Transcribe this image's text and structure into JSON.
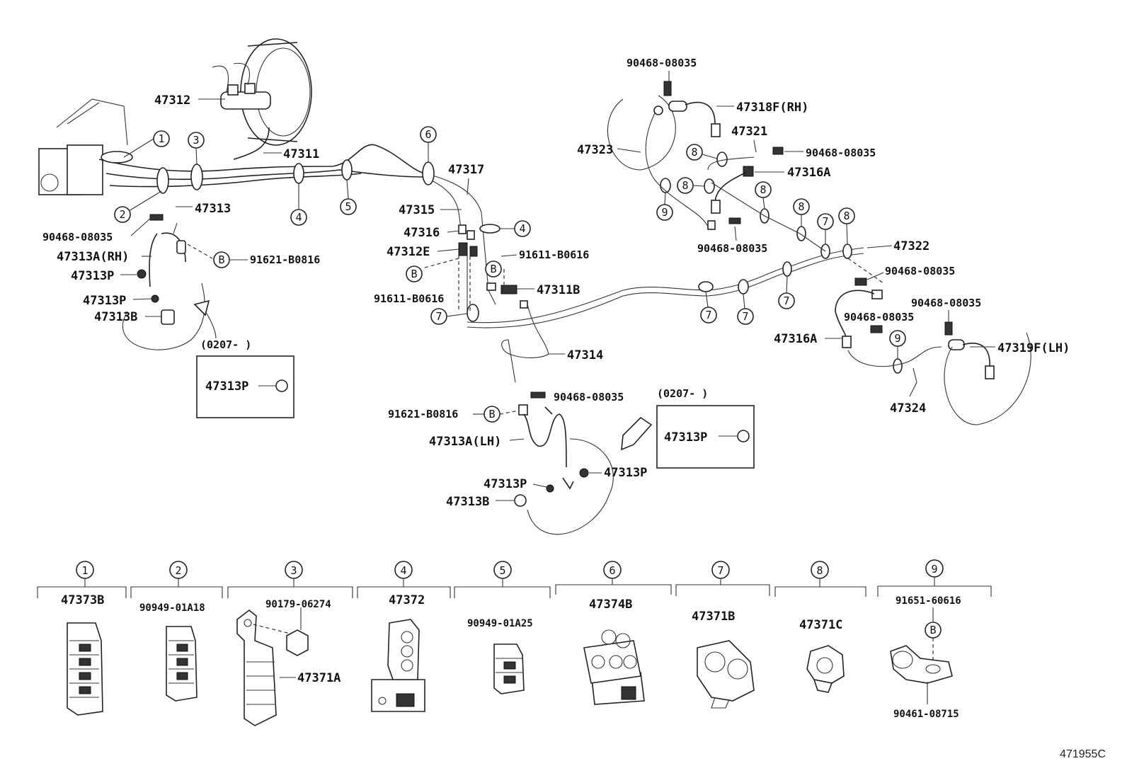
{
  "figure_code": "471955C",
  "labels": {
    "p47312": "47312",
    "p47311": "47311",
    "p47313": "47313",
    "p47313a_rh": "47313A(RH)",
    "p47313p_1": "47313P",
    "p47313p_2": "47313P",
    "p47313b_1": "47313B",
    "p90468_1": "90468-08035",
    "p91621_1": "91621-B0816",
    "date_1": "(0207-        )",
    "p47313p_box1": "47313P",
    "p47317": "47317",
    "p47315": "47315",
    "p47316": "47316",
    "p47312e": "47312E",
    "p91611_1": "91611-B0616",
    "p91611_2": "91611-B0616",
    "p47311b": "47311B",
    "p47314": "47314",
    "p90468_2": "90468-08035",
    "p91621_2": "91621-B0816",
    "p47313a_lh": "47313A(LH)",
    "p47313p_3": "47313P",
    "p47313p_4": "47313P",
    "p47313b_2": "47313B",
    "date_2": "(0207-        )",
    "p47313p_box2": "47313P",
    "p90468_top": "90468-08035",
    "p47318f": "47318F(RH)",
    "p47323": "47323",
    "p47321": "47321",
    "p90468_3": "90468-08035",
    "p47316a_1": "47316A",
    "p90468_4": "90468-08035",
    "p47322": "47322",
    "p90468_5": "90468-08035",
    "p90468_6": "90468-08035",
    "p90468_7": "90468-08035",
    "p47316a_2": "47316A",
    "p47319f": "47319F(LH)",
    "p47324": "47324"
  },
  "callouts": [
    "1",
    "2",
    "3",
    "4",
    "5",
    "6",
    "7",
    "8",
    "9"
  ],
  "b_marker": "B",
  "clamp_legend": [
    {
      "index": "1",
      "parts": [
        "47373B"
      ]
    },
    {
      "index": "2",
      "parts": [
        "90949-01A18"
      ]
    },
    {
      "index": "3",
      "parts": [
        "90179-06274",
        "47371A"
      ]
    },
    {
      "index": "4",
      "parts": [
        "47372"
      ]
    },
    {
      "index": "5",
      "parts": [
        "90949-01A25"
      ]
    },
    {
      "index": "6",
      "parts": [
        "47374B"
      ]
    },
    {
      "index": "7",
      "parts": [
        "47371B"
      ]
    },
    {
      "index": "8",
      "parts": [
        "47371C"
      ]
    },
    {
      "index": "9",
      "parts": [
        "91651-60616",
        "90461-08715"
      ]
    }
  ]
}
